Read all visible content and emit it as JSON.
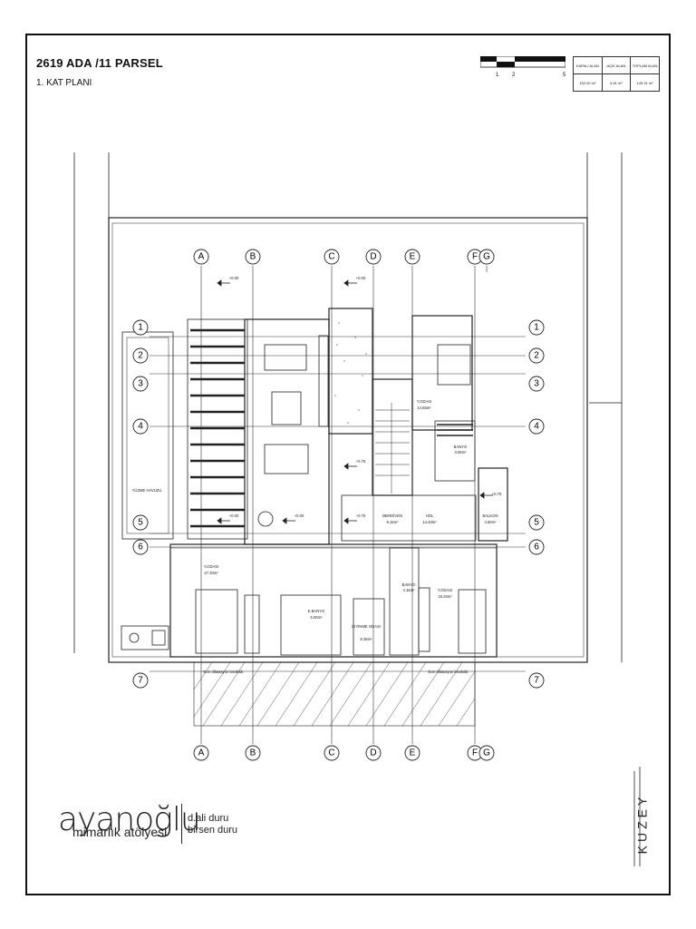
{
  "sheet": {
    "title": "2619 ADA /11 PARSEL",
    "subtitle": "1. KAT PLANI"
  },
  "scale": {
    "labels": [
      "1",
      "2",
      "5"
    ]
  },
  "areas": {
    "headers": [
      "KAPALI ALAN",
      "AÇIK ALAN",
      "TOPLAM ALAN"
    ],
    "values": [
      "152.92 m²",
      "4.61 m²",
      "149.31 m²"
    ]
  },
  "grid": {
    "columns": [
      "A",
      "B",
      "C",
      "D",
      "E",
      "F",
      "G"
    ],
    "rows": [
      "1",
      "2",
      "3",
      "4",
      "5",
      "6",
      "7"
    ]
  },
  "rooms": [
    {
      "name": "YÜZME HAVUZU",
      "area": ""
    },
    {
      "name": "Y.ODASI",
      "area": "14.55m²"
    },
    {
      "name": "BANYO",
      "area": "3.06m²"
    },
    {
      "name": "MERDİVEN",
      "area": "8.15m²"
    },
    {
      "name": "HOL",
      "area": "14.40m²"
    },
    {
      "name": "BALKON",
      "area": "4.60m²"
    },
    {
      "name": "Y.ODASI",
      "area": "27.30m²"
    },
    {
      "name": "E.BANYO",
      "area": "5.00m²"
    },
    {
      "name": "GİYİNME ODASI",
      "area": "6.35m²"
    },
    {
      "name": "BANYO",
      "area": "4.16m²"
    },
    {
      "name": "Y.ODASI",
      "area": "15.25m²"
    }
  ],
  "notes": {
    "dilatation_left": "5cm dilatasyon bırakıldı.",
    "dilatation_right": "5cm dilatasyon bırakıldı."
  },
  "levels": [
    "+0.00",
    "+0.00",
    "+0.75",
    "+0.75",
    "+0.75",
    "+0.00",
    "+0.00"
  ],
  "logo": {
    "brand": "ayanoğlu",
    "subtitle": "mimarlık atölyesi",
    "designer1": "d.ali duru",
    "designer2": "birsen duru"
  },
  "north_label": "KUZEY"
}
